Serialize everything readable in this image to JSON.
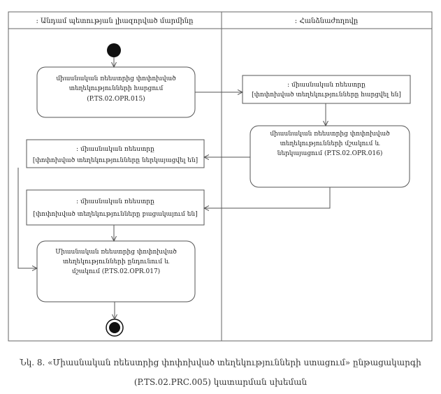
{
  "lanes": [
    {
      "title": ": Անդամ պետության լիազորված մարմինը"
    },
    {
      "title": ": Հանձնաժողովը"
    }
  ],
  "nodes": {
    "request": {
      "lines": [
        "միասնական ռեեստրից փոփոխված",
        "տեղեկությունների հարցում"
      ],
      "code": "(P.TS.02.OPR.015)"
    },
    "sig_requested": {
      "title": ": միասնական ռեեստրը",
      "state": "[փոփոխված տեղեկությունները հարցվել են]"
    },
    "form_present": {
      "lines": [
        "միասնական ռեեստրից փոփոխված",
        "տեղեկությունների մշակում և",
        "ներկայացում (P.TS.02.OPR.016)"
      ]
    },
    "sig_presented": {
      "title": ": միասնական ռեեստրը",
      "state": "[փոփոխված տեղեկությունները ներկայացվել են]"
    },
    "sig_missing": {
      "title": ": միասնական ռեեստրը",
      "state": "[փոփոխված տեղեկությունները բացակայում են]"
    },
    "receive": {
      "lines": [
        "Միասնական ռեեստրից փոփոխված",
        "տեղեկությունների ընդունում և",
        "մշակում (P.TS.02.OPR.017)"
      ]
    }
  },
  "caption": {
    "line1": "Նկ. 8. «Միասնական ռեեստրից փոփոխված տեղեկությունների ստացում» ընթացակարգի",
    "line2": "(P.TS.02.PRC.005) կատարման սխեման"
  }
}
